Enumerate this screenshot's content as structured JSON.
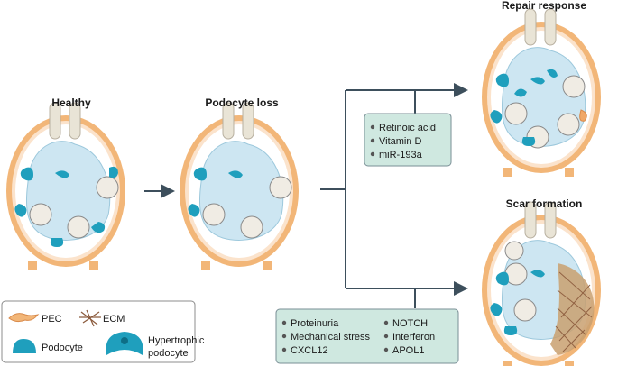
{
  "stages": {
    "healthy": "Healthy",
    "podocyte_loss": "Podocyte loss",
    "repair_response": "Repair response",
    "scar_formation": "Scar formation"
  },
  "repair_factors": [
    "Retinoic acid",
    "Vitamin D",
    "miR-193a"
  ],
  "scar_factors_left": [
    "Proteinuria",
    "Mechanical stress",
    "CXCL12"
  ],
  "scar_factors_right": [
    "NOTCH",
    "Interferon",
    "APOL1"
  ],
  "legend": {
    "pec": "PEC",
    "ecm": "ECM",
    "podocyte": "Podocyte",
    "hypertrophic_line1": "Hypertrophic",
    "hypertrophic_line2": "podocyte"
  },
  "colors": {
    "capsule_outer": "#f2b678",
    "capsule_inner": "#fbe3cc",
    "bowman_space": "#ffffff",
    "tuft": "#cde6f2",
    "podocyte": "#1f9fbd",
    "arrow": "#3d4f5c",
    "box_fill": "#cfe8e0",
    "box_stroke": "#7a8f96",
    "ecm": "#8b5a3c"
  },
  "icons": [
    "pec-icon",
    "ecm-icon",
    "podocyte-icon",
    "hypertrophic-podocyte-icon"
  ]
}
